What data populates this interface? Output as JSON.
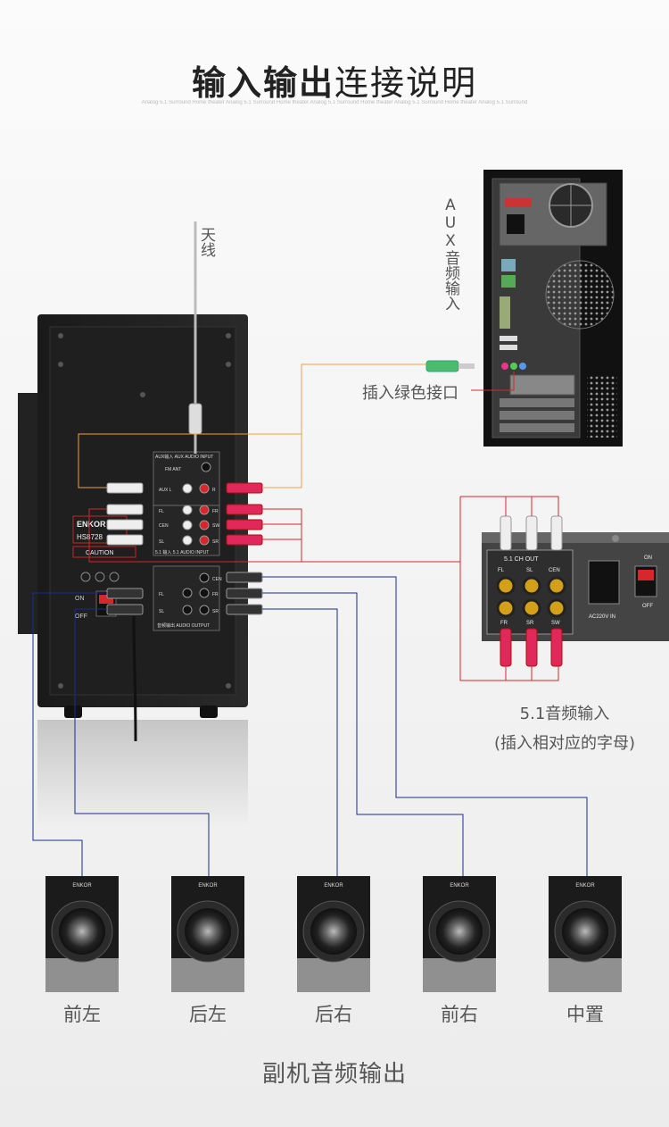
{
  "title": {
    "bold": "输入输出",
    "normal": "连接说明"
  },
  "subtitle": "Analog 5.1 Surround Home theater Analog 5.1 Surround Home theater Analog 5.1 Surround Home theater Analog 5.1 Surround Home theater Analog 5.1 Surround",
  "labels": {
    "antenna": "天线",
    "aux": "AUX音频输入",
    "green_jack": "插入绿色接口",
    "surround_input": "5.1音频输入",
    "surround_hint": "(插入相对应的字母)"
  },
  "unit": {
    "brand": "ENKOR",
    "model": "HS8728",
    "aux_panel": "AUX输入 AUX AUDIO INPUT",
    "fm_ant": "FM ANT",
    "input_panel": "5.1 输入 5.1 AUDIO INPUT",
    "output_panel": "音频输出 AUDIO OUTPUT",
    "caution": "CAUTION",
    "switch_on": "ON",
    "switch_off": "OFF",
    "aux_l": "AUX L",
    "aux_r": "R",
    "fl": "FL",
    "fr": "FR",
    "cen": "CEN",
    "sw": "SW",
    "sl": "SL",
    "sr": "SR",
    "out_cen": "CEN",
    "out_fl": "FL",
    "out_fr": "FR",
    "out_sl": "SL",
    "out_sr": "SR"
  },
  "source_panel": {
    "header": "5.1 CH OUT",
    "col1": "FL",
    "col2": "SL",
    "col3": "CEN",
    "row2_1": "FR",
    "row2_2": "SR",
    "row2_3": "SW",
    "power_label": "AC220V IN",
    "switch_on": "ON",
    "switch_off": "OFF"
  },
  "speakers": [
    {
      "label": "前左",
      "brand": "ENKOR"
    },
    {
      "label": "后左",
      "brand": "ENKOR"
    },
    {
      "label": "后右",
      "brand": "ENKOR"
    },
    {
      "label": "前右",
      "brand": "ENKOR"
    },
    {
      "label": "中置",
      "brand": "ENKOR"
    }
  ],
  "footer": "副机音频输出",
  "colors": {
    "aux_line": "#f0a040",
    "input_line": "#d9262a",
    "output_line": "#1a2a9a"
  }
}
